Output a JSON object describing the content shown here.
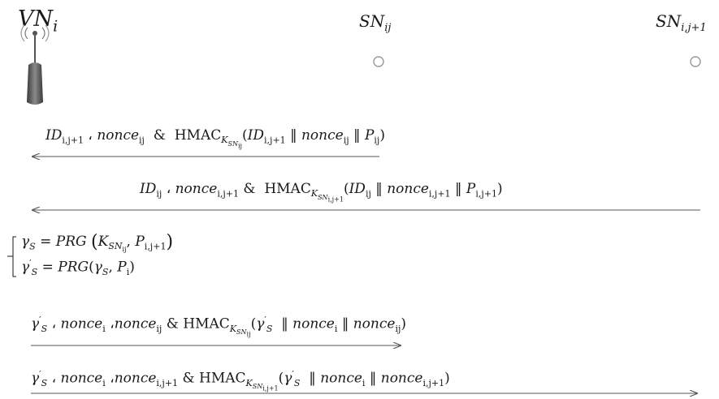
{
  "entities": {
    "vn": {
      "name": "VN",
      "sub": "i"
    },
    "sn1": {
      "name": "SN",
      "sub": "ij"
    },
    "sn2": {
      "name": "SN",
      "sub": "i,j+1"
    }
  },
  "messages": [
    {
      "seq": 1,
      "from": "SN_ij",
      "to": "VN_i",
      "direction": "left"
    },
    {
      "seq": 2,
      "from": "SN_i,j+1",
      "to": "VN_i",
      "direction": "left"
    },
    {
      "seq": 3,
      "from": "VN_i",
      "to": "SN_ij",
      "direction": "right"
    },
    {
      "seq": 4,
      "from": "VN_i",
      "to": "SN_i,j+1",
      "direction": "right"
    }
  ],
  "text": {
    "hmac": "HMAC",
    "prg": "PRG",
    "id": "ID",
    "nonce": "nonce",
    "amp": "&",
    "concat": "‖",
    "sep": "،",
    "eq": "=",
    "gamma": "γ",
    "prime": "′",
    "K": "K",
    "P": "P",
    "SN": "SN",
    "sub_i": "i",
    "sub_ij": "ij",
    "sub_ij1": "i,j+1",
    "sub_S": "S"
  },
  "colors": {
    "arrow": "#555555",
    "node_stroke": "#9a9a9a",
    "antenna": "#555555"
  }
}
